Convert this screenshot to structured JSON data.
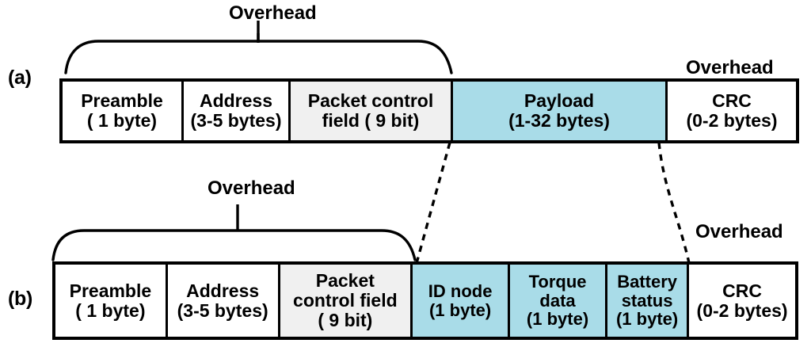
{
  "figure": {
    "type": "packet-structure-diagram",
    "colors": {
      "payload_fill": "#A9DCE8",
      "control_field_fill": "#F0F0F0",
      "default_fill": "#FFFFFF",
      "stroke": "#000000"
    }
  },
  "panel_a": {
    "label": "(a)",
    "overhead_left_label": "Overhead",
    "overhead_right_label": "Overhead",
    "cells": [
      {
        "name": "preamble",
        "line1": "Preamble",
        "line2": "( 1 byte)",
        "fill": "white"
      },
      {
        "name": "address",
        "line1": "Address",
        "line2": "(3-5 bytes)",
        "fill": "white"
      },
      {
        "name": "packet-control-field",
        "line1": "Packet control",
        "line2": "field ( 9 bit)",
        "fill": "gray"
      },
      {
        "name": "payload",
        "line1": "Payload",
        "line2": "(1-32 bytes)",
        "fill": "cyan"
      },
      {
        "name": "crc",
        "line1": "CRC",
        "line2": "(0-2 bytes)",
        "fill": "white"
      }
    ]
  },
  "panel_b": {
    "label": "(b)",
    "overhead_left_label": "Overhead",
    "overhead_right_label": "Overhead",
    "cells": [
      {
        "name": "preamble",
        "line1": "Preamble",
        "line2": "( 1 byte)",
        "line3": "",
        "fill": "white"
      },
      {
        "name": "address",
        "line1": "Address",
        "line2": "(3-5 bytes)",
        "line3": "",
        "fill": "white"
      },
      {
        "name": "packet-control-field",
        "line1": "Packet",
        "line2": "control field",
        "line3": "( 9 bit)",
        "fill": "gray"
      },
      {
        "name": "id-node",
        "line1": "ID node",
        "line2": "(1 byte)",
        "line3": "",
        "fill": "cyan"
      },
      {
        "name": "torque-data",
        "line1": "Torque",
        "line2": "data",
        "line3": "(1 byte)",
        "fill": "cyan"
      },
      {
        "name": "battery-status",
        "line1": "Battery",
        "line2": "status",
        "line3": "(1 byte)",
        "fill": "cyan"
      },
      {
        "name": "crc",
        "line1": "CRC",
        "line2": "(0-2 bytes)",
        "line3": "",
        "fill": "white"
      }
    ]
  }
}
